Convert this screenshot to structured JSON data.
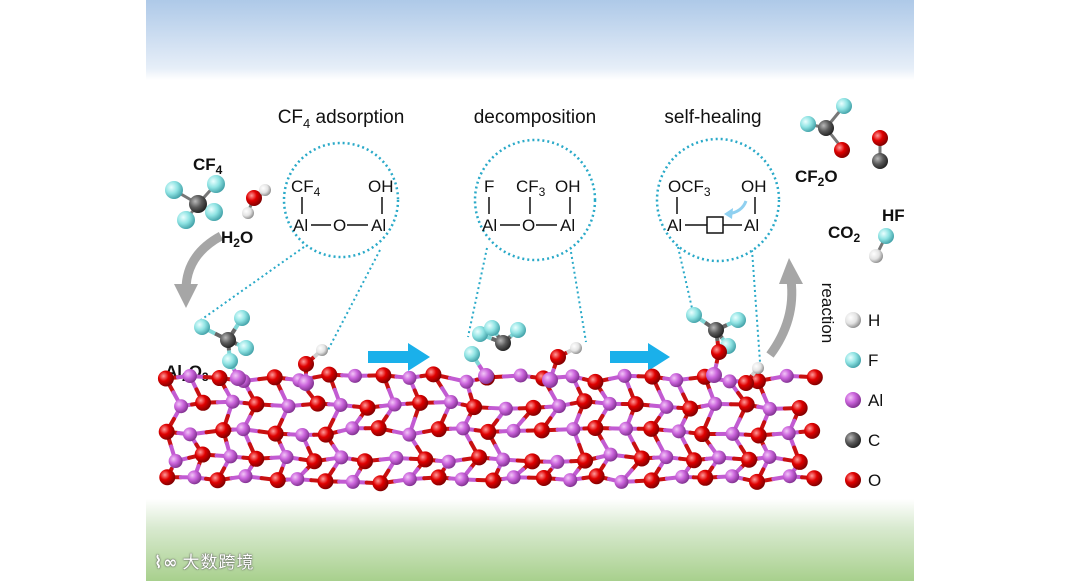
{
  "stages": {
    "adsorption": {
      "title_pre": "CF",
      "title_sub": "4",
      "title_post": " adsorption"
    },
    "decomposition": {
      "title": "decomposition"
    },
    "healing": {
      "title": "self-healing"
    }
  },
  "circle1": {
    "cf": "CF",
    "cf_sub": "4",
    "oh": "OH",
    "al_left": "Al",
    "o_mid": "O",
    "al_right": "Al"
  },
  "circle2": {
    "f": "F",
    "cf": "CF",
    "cf_sub": "3",
    "oh": "OH",
    "al_left": "Al",
    "o_mid": "O",
    "al_right": "Al"
  },
  "circle3": {
    "ocf": "OCF",
    "ocf_sub": "3",
    "oh": "OH",
    "al_left": "Al",
    "al_right": "Al"
  },
  "species": {
    "cf4": {
      "main": "CF",
      "sub": "4"
    },
    "h2o": {
      "pre": "H",
      "sub": "2",
      "post": "O"
    },
    "al2o3": {
      "a": "Al",
      "s1": "2",
      "b": "O",
      "s2": "3"
    },
    "cf2o": {
      "pre": "CF",
      "sub": "2",
      "post": "O"
    },
    "co2": {
      "pre": "CO",
      "sub": "2"
    },
    "hf": "HF",
    "reaction": "reaction"
  },
  "legend": [
    {
      "label": "H",
      "color": "#e8e8e8"
    },
    {
      "label": "F",
      "color": "#8fe3e3"
    },
    {
      "label": "Al",
      "color": "#cc66dd"
    },
    {
      "label": "C",
      "color": "#5a5a5a"
    },
    {
      "label": "O",
      "color": "#e00000"
    }
  ],
  "colors": {
    "flow_arrow": "#1ab0ea",
    "gray_arrow": "#a6a6a6",
    "dotted": "#29a9c8",
    "vacancy_arrow": "#8fd0f0"
  },
  "watermark": "大数跨境"
}
